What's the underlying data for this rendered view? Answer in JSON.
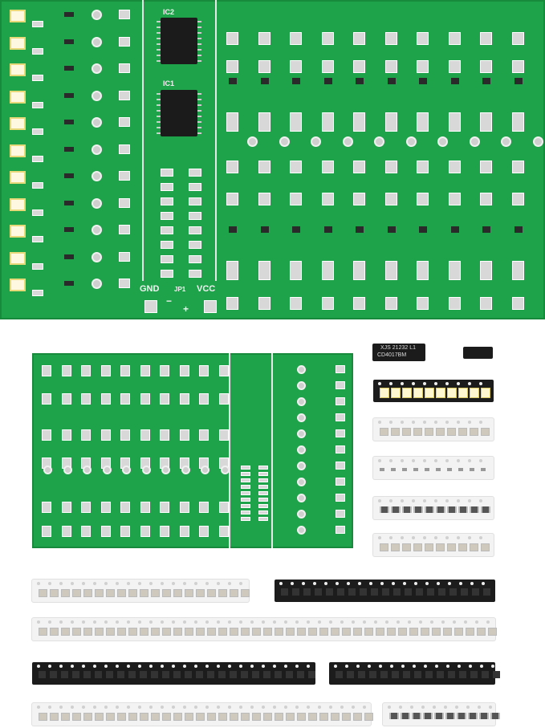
{
  "top_board": {
    "labels": {
      "gnd": "GND",
      "jp": "JP1",
      "vcc": "VCC",
      "ic1": "IC1",
      "ic2": "IC2",
      "plus": "+",
      "minus": "−"
    },
    "color": "#1fa34a"
  },
  "chips": {
    "large_marking_1": "XJS 21232 L1",
    "large_marking_2": "CD4017BM"
  },
  "strip_colors": {
    "white": "#f3f3f3",
    "black": "#1c1c1c",
    "led": "#fff8e0"
  }
}
